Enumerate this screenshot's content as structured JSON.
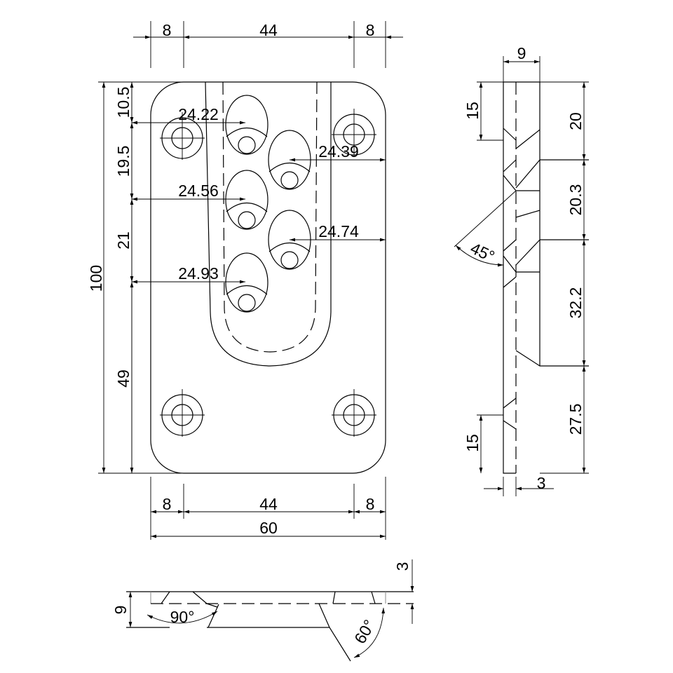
{
  "drawing": {
    "front_view": {
      "top_dims": [
        "8",
        "44",
        "8"
      ],
      "bottom_dims": [
        "8",
        "44",
        "8"
      ],
      "overall_width": "60",
      "overall_height": "100",
      "left_chain": [
        "10.5",
        "19.5",
        "21",
        "49"
      ],
      "hole_offsets_left": [
        "24.22",
        "24.56",
        "24.93"
      ],
      "hole_offsets_right": [
        "24.39",
        "24.74"
      ]
    },
    "side_view": {
      "thickness_total": "9",
      "plate_thickness": "3",
      "right_chain": [
        "20",
        "20.3",
        "32.2",
        "27.5"
      ],
      "left_top": "15",
      "left_bottom": "15",
      "angle": "45°"
    },
    "bottom_view": {
      "height": "9",
      "plate_thickness": "3",
      "countersink_angle": "90°",
      "prong_angle": "60°"
    }
  }
}
